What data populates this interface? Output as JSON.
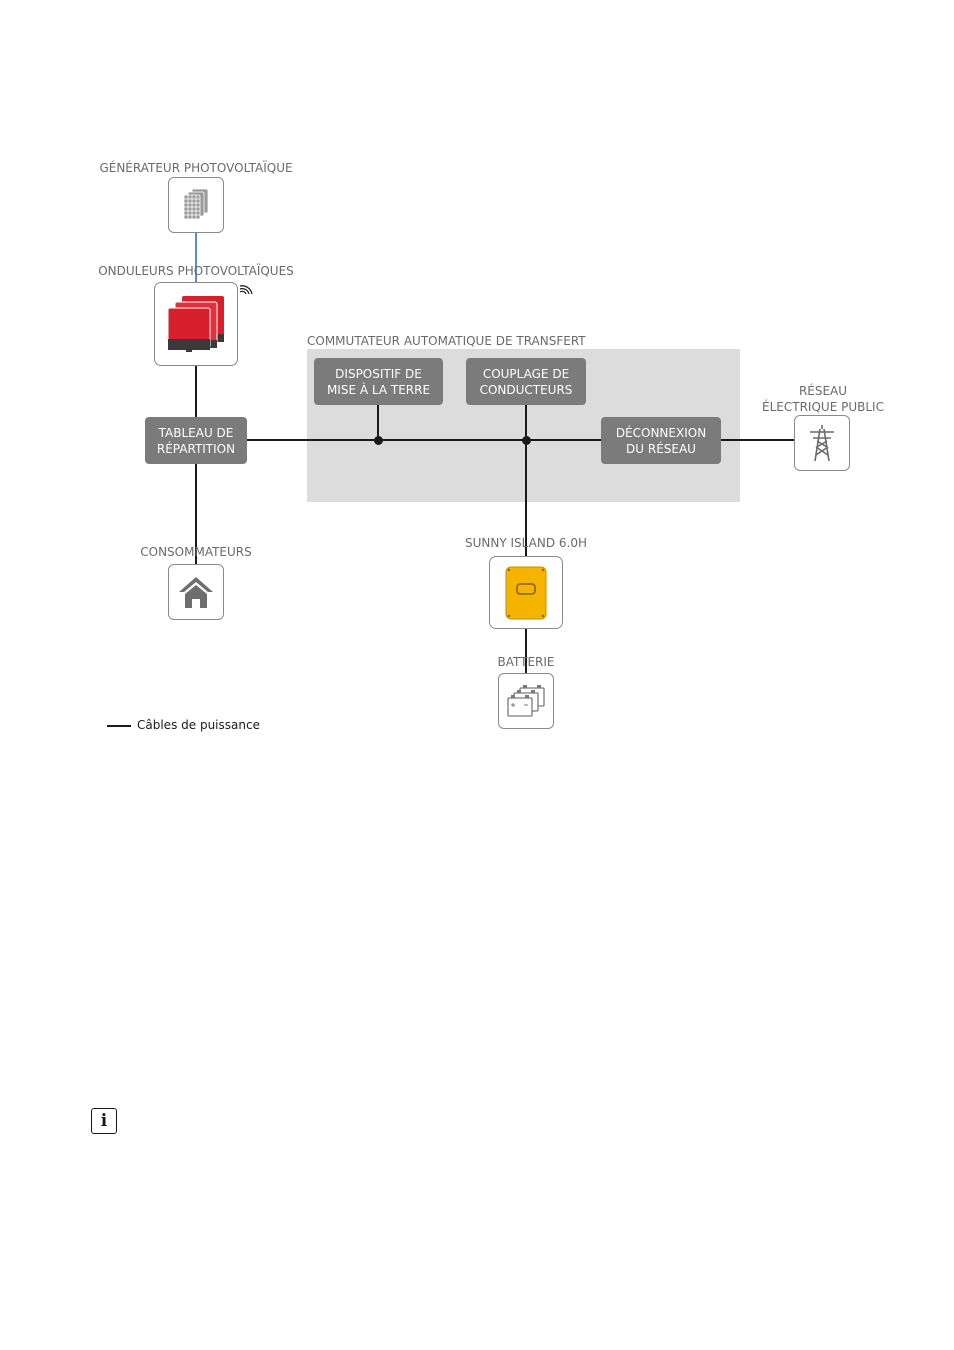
{
  "labels": {
    "pv_generator": "GÉNÉRATEUR PHOTOVOLTAÏQUE",
    "pv_inverters": "ONDULEURS PHOTOVOLTAÏQUES",
    "ats": "COMMUTATEUR AUTOMATIQUE DE TRANSFERT",
    "grid_line1": "RÉSEAU",
    "grid_line2": "ÉLECTRIQUE PUBLIC",
    "consumers": "CONSOMMATEURS",
    "sunny_island": "SUNNY ISLAND 6.0H",
    "battery": "BATTERIE"
  },
  "boxes": {
    "distribution_board": [
      "TABLEAU DE",
      "RÉPARTITION"
    ],
    "grounding_device": [
      "DISPOSITIF DE",
      "MISE À LA TERRE"
    ],
    "neutral_coupling": [
      "COUPLAGE DE",
      "CONDUCTEURS"
    ],
    "grid_disconnection": [
      "DÉCONNEXION",
      "DU RÉSEAU"
    ]
  },
  "legend": {
    "power_cables": "Câbles de puissance"
  },
  "info_icon": "i",
  "colors": {
    "inverter_red": "#d8202c",
    "sunny_island_yellow": "#f4b400",
    "ats_zone": "#dcdcdc",
    "box_gray": "#7b7b7b",
    "pv_link_blue": "#5f8fb8"
  },
  "icons": {
    "pv_generator": "solar-panel-icon",
    "pv_inverters": "inverter-stack-icon",
    "wireless": "wifi-signal-icon",
    "grid": "power-pylon-icon",
    "consumers": "house-icon",
    "sunny_island": "sunny-island-inverter-icon",
    "battery": "battery-stack-icon",
    "info": "info-icon"
  }
}
